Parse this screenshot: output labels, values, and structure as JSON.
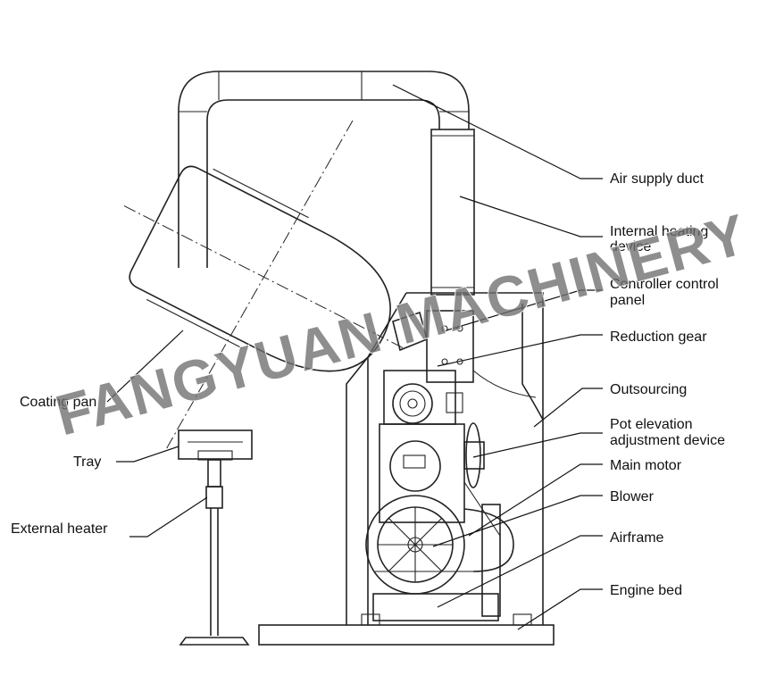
{
  "labels": {
    "air_supply_duct": "Air supply duct",
    "internal_heating_device_line1": "Internal heating",
    "internal_heating_device_line2": "device",
    "controller_control_panel_line1": "Controller control",
    "controller_control_panel_line2": "panel",
    "reduction_gear": "Reduction gear",
    "outsourcing": "Outsourcing",
    "pot_elevation_line1": "Pot elevation",
    "pot_elevation_line2": "adjustment device",
    "main_motor": "Main motor",
    "blower": "Blower",
    "airframe": "Airframe",
    "engine_bed": "Engine bed",
    "coating_pan": "Coating pan",
    "tray": "Tray",
    "external_heater": "External heater"
  },
  "watermark": {
    "text": "FANGYUAN MACHINERY",
    "color": "#6e6e6e"
  }
}
